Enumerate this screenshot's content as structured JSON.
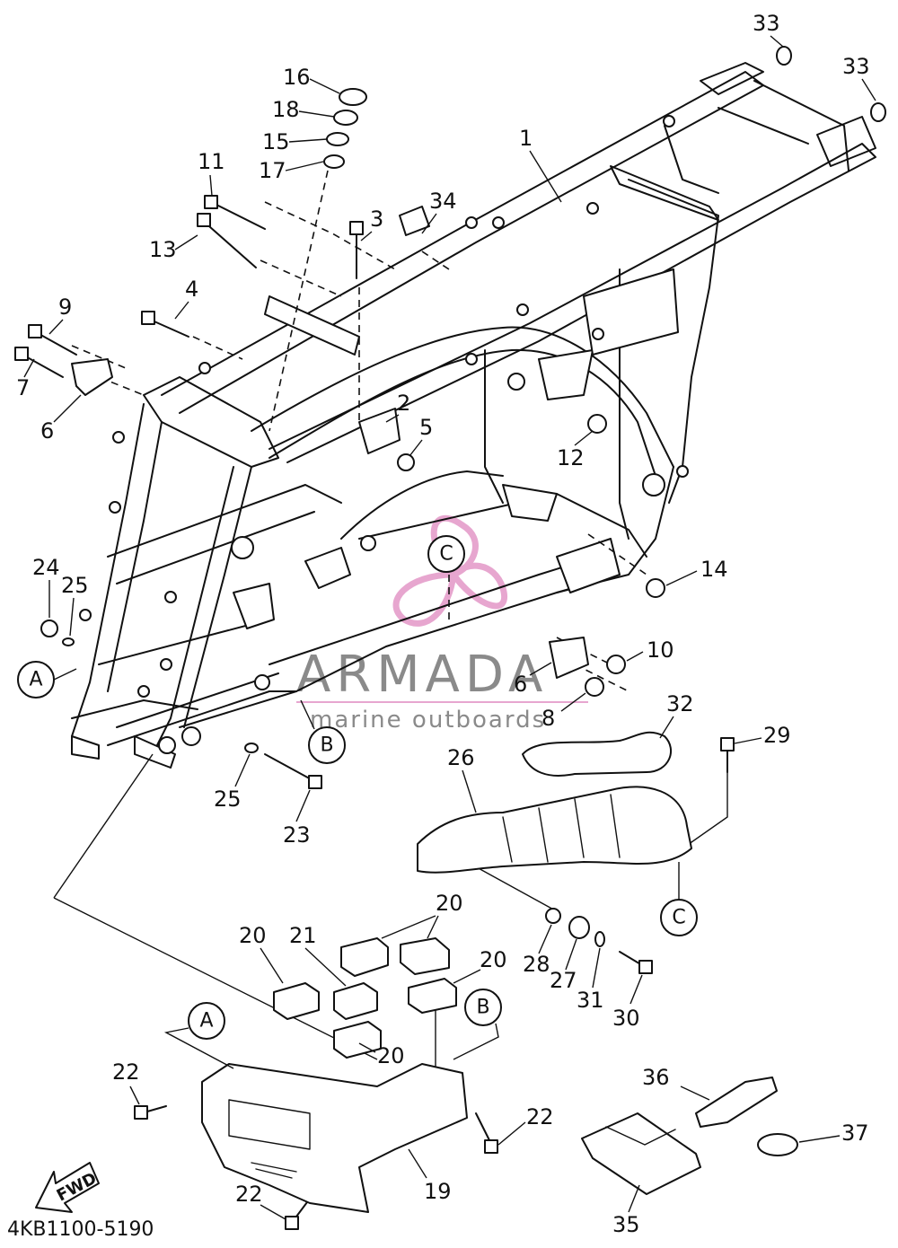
{
  "watermark": {
    "name": "ARMADA",
    "tagline": "marine outboards",
    "accent_color": "#e7a6cf",
    "text_color": "#8a8a8a"
  },
  "diagram_code": "4KB1100-5190",
  "fwd_label": "FWD",
  "ref_markers": {
    "a": "A",
    "b": "B",
    "c": "C"
  },
  "callouts": {
    "c1": "1",
    "c2": "2",
    "c3": "3",
    "c4": "4",
    "c5": "5",
    "c6": "6",
    "c7": "7",
    "c8": "8",
    "c9": "9",
    "c10": "10",
    "c11": "11",
    "c12": "12",
    "c13": "13",
    "c14": "14",
    "c15": "15",
    "c16": "16",
    "c17": "17",
    "c18": "18",
    "c19": "19",
    "c20": "20",
    "c21": "21",
    "c22": "22",
    "c23": "23",
    "c24": "24",
    "c25": "25",
    "c26": "26",
    "c27": "27",
    "c28": "28",
    "c29": "29",
    "c30": "30",
    "c31": "31",
    "c32": "32",
    "c33": "33",
    "c34": "34",
    "c35": "35",
    "c36": "36",
    "c37": "37"
  }
}
